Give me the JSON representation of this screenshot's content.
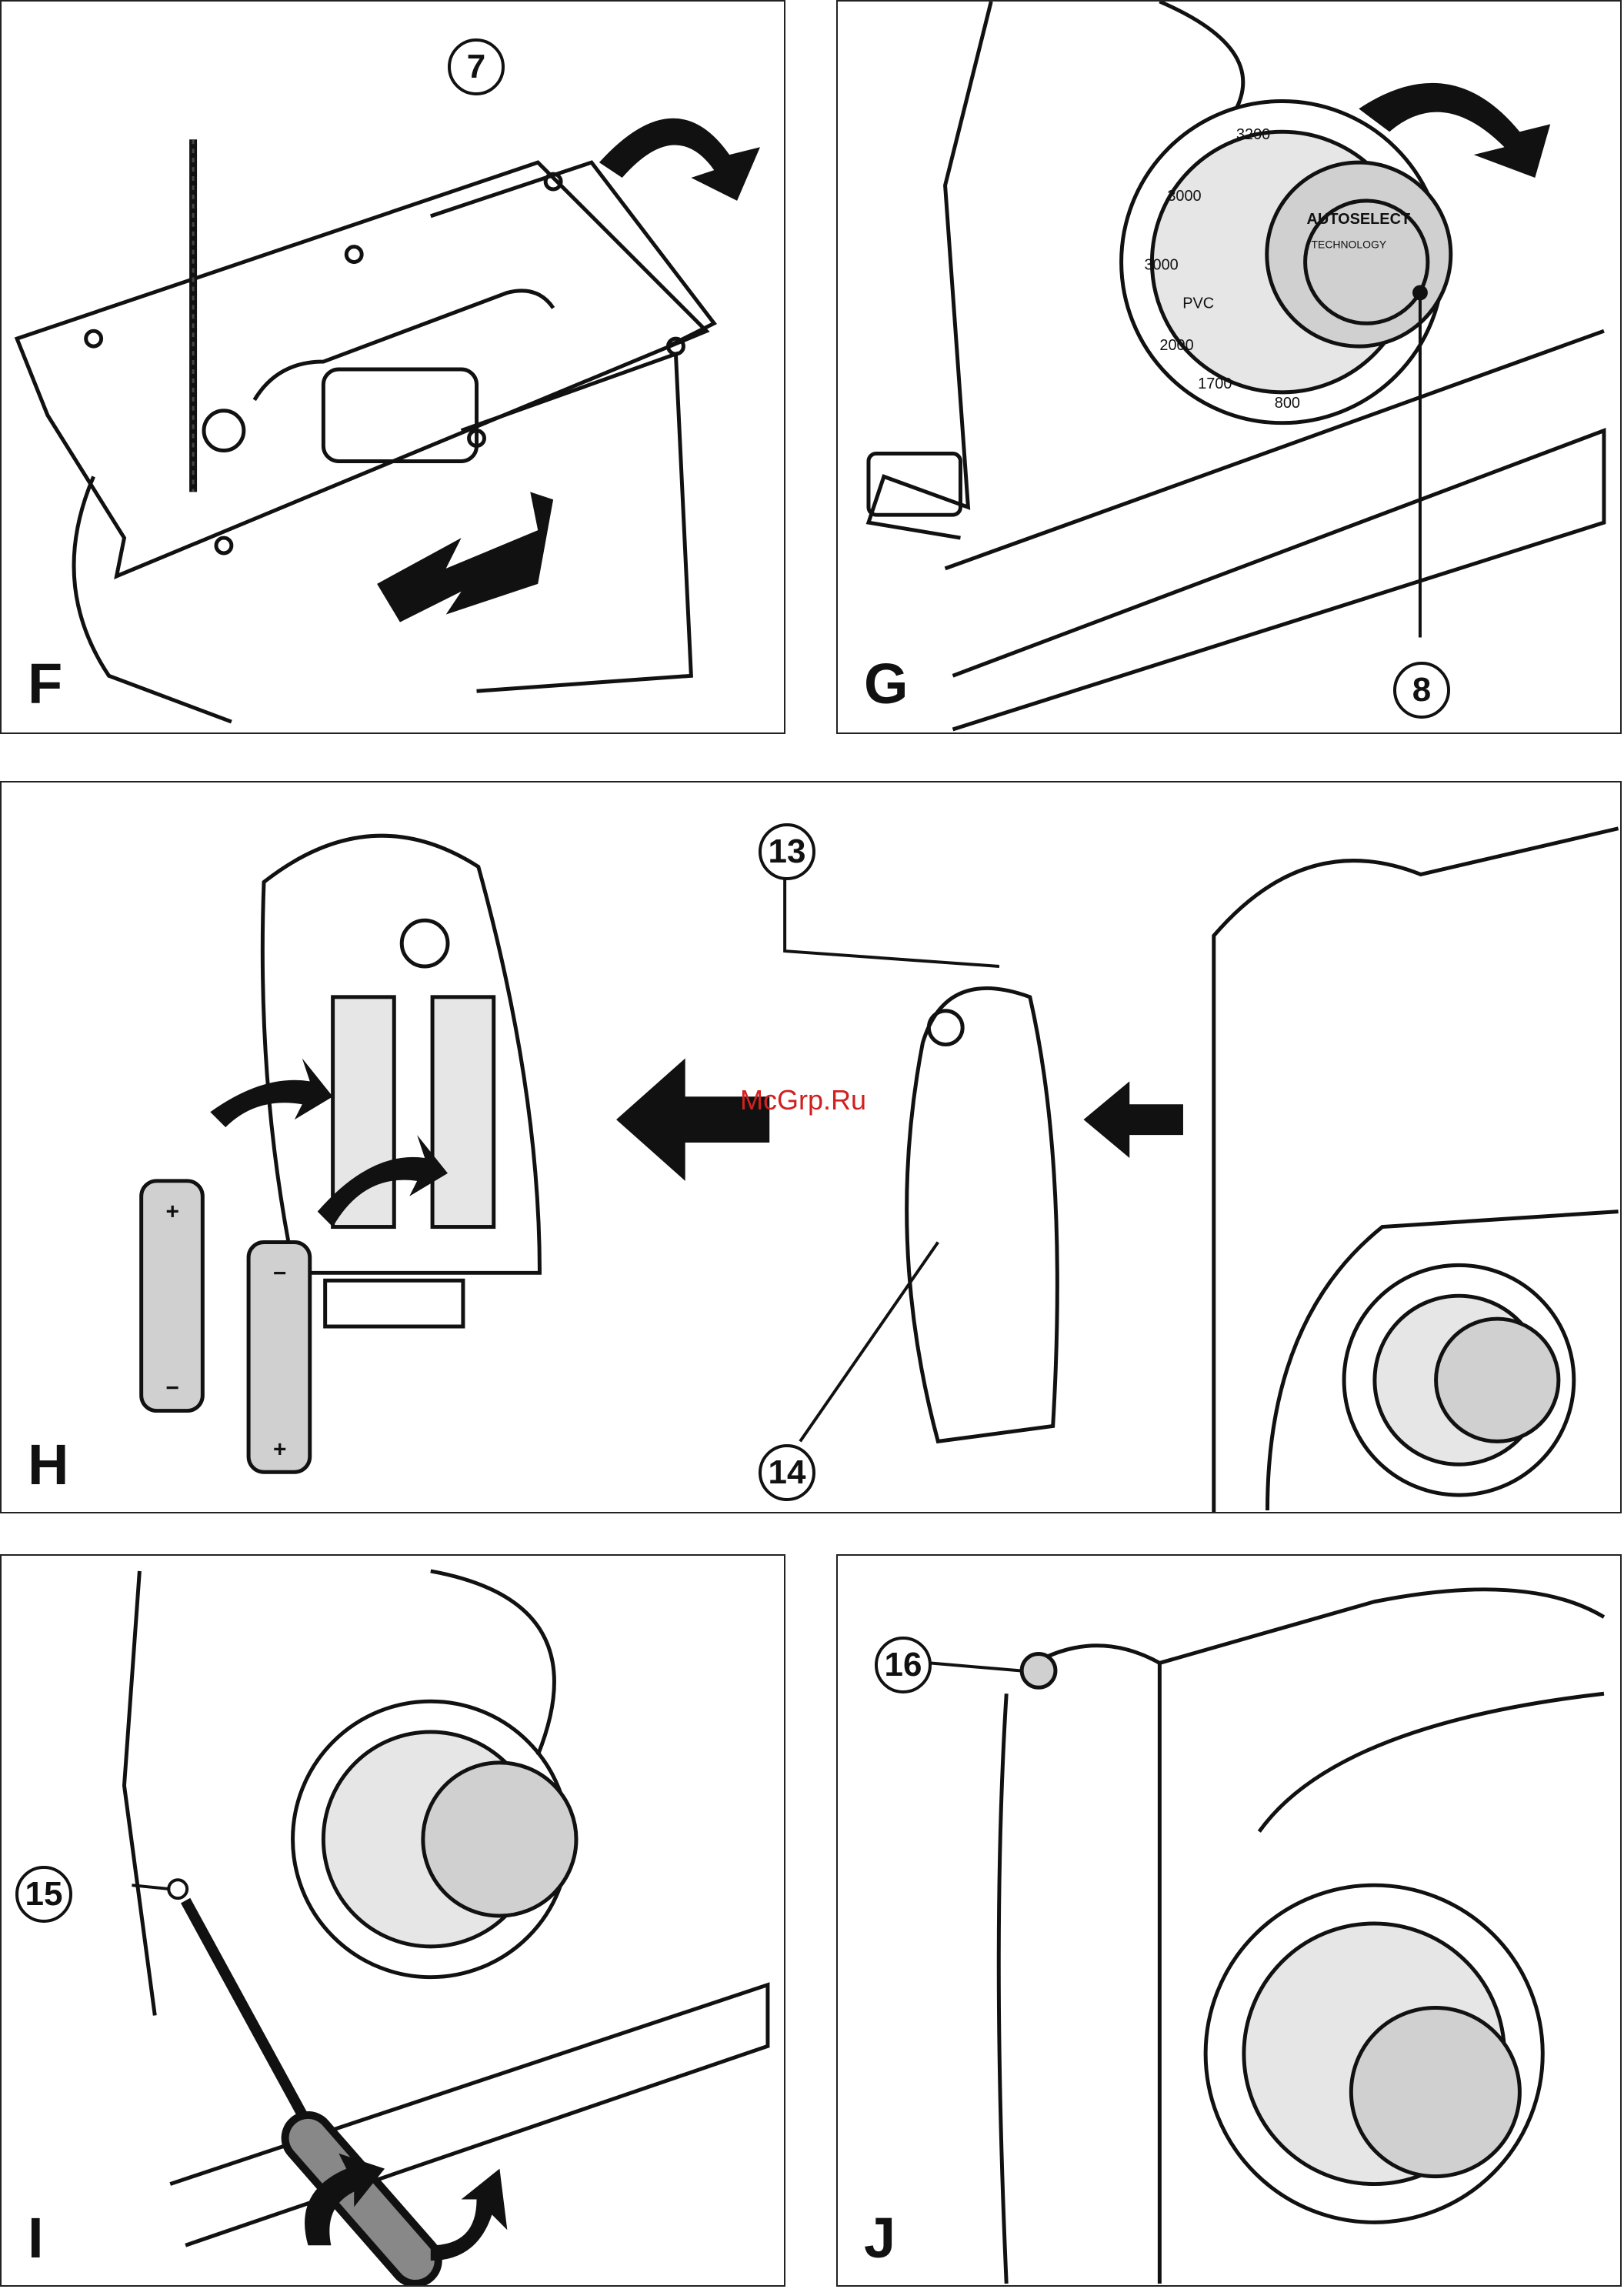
{
  "panels": {
    "f": {
      "letter": "F",
      "callouts": [
        "7"
      ]
    },
    "g": {
      "letter": "G",
      "callouts": [
        "8"
      ]
    },
    "h": {
      "letter": "H",
      "callouts": [
        "13",
        "14"
      ]
    },
    "i": {
      "letter": "I",
      "callouts": [
        "15"
      ]
    },
    "j": {
      "letter": "J",
      "callouts": [
        "16"
      ]
    }
  },
  "dial": {
    "labels": [
      "3200",
      "3000",
      "3000",
      "2000",
      "1700",
      "800"
    ],
    "material": "PVC",
    "brand": "AUTOSELECT",
    "brand_sub": "TECHNOLOGY"
  },
  "battery": {
    "plus": "+",
    "minus": "−"
  },
  "watermark": "McGrp.Ru",
  "colors": {
    "line": "#111111",
    "fill_gray": "#d0d0d0",
    "light_gray": "#e6e6e6",
    "watermark": "#d02020"
  }
}
